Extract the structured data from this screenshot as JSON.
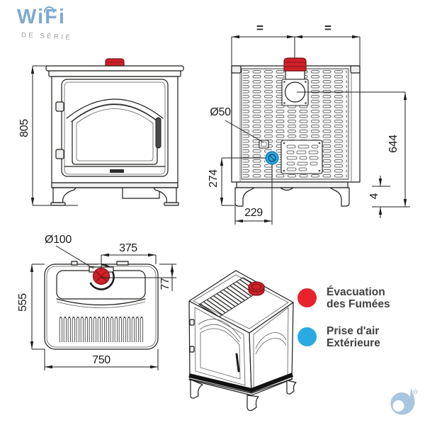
{
  "brand": {
    "wifi_title": "WiFi",
    "wifi_subtitle": "DE SÉRIE"
  },
  "dimensions": {
    "front_height": "805",
    "back_equal_left": "=",
    "back_equal_right": "=",
    "back_flue_diameter": "Ø50",
    "back_flue_height": "644",
    "back_floor_offset": "4",
    "back_intake_height": "274",
    "back_intake_offset_x": "229",
    "top_flue_diameter": "Ø100",
    "top_flue_from_right": "375",
    "top_flue_from_back": "77",
    "top_depth": "555",
    "top_width": "750"
  },
  "legend": {
    "items": [
      {
        "color": "#e8232d",
        "lines": [
          "Évacuation",
          "des Fumées"
        ]
      },
      {
        "color": "#29abe2",
        "lines": [
          "Prise d'air",
          "Extérieure"
        ]
      }
    ]
  },
  "colors": {
    "flue_red": "#d02028",
    "intake_blue": "#29abe2",
    "line_dark": "#1d1d1b",
    "wifi_blue": "#7fa9cf",
    "subtitle_gray": "#9a9a9a",
    "logo_blue": "#a9c5df"
  }
}
